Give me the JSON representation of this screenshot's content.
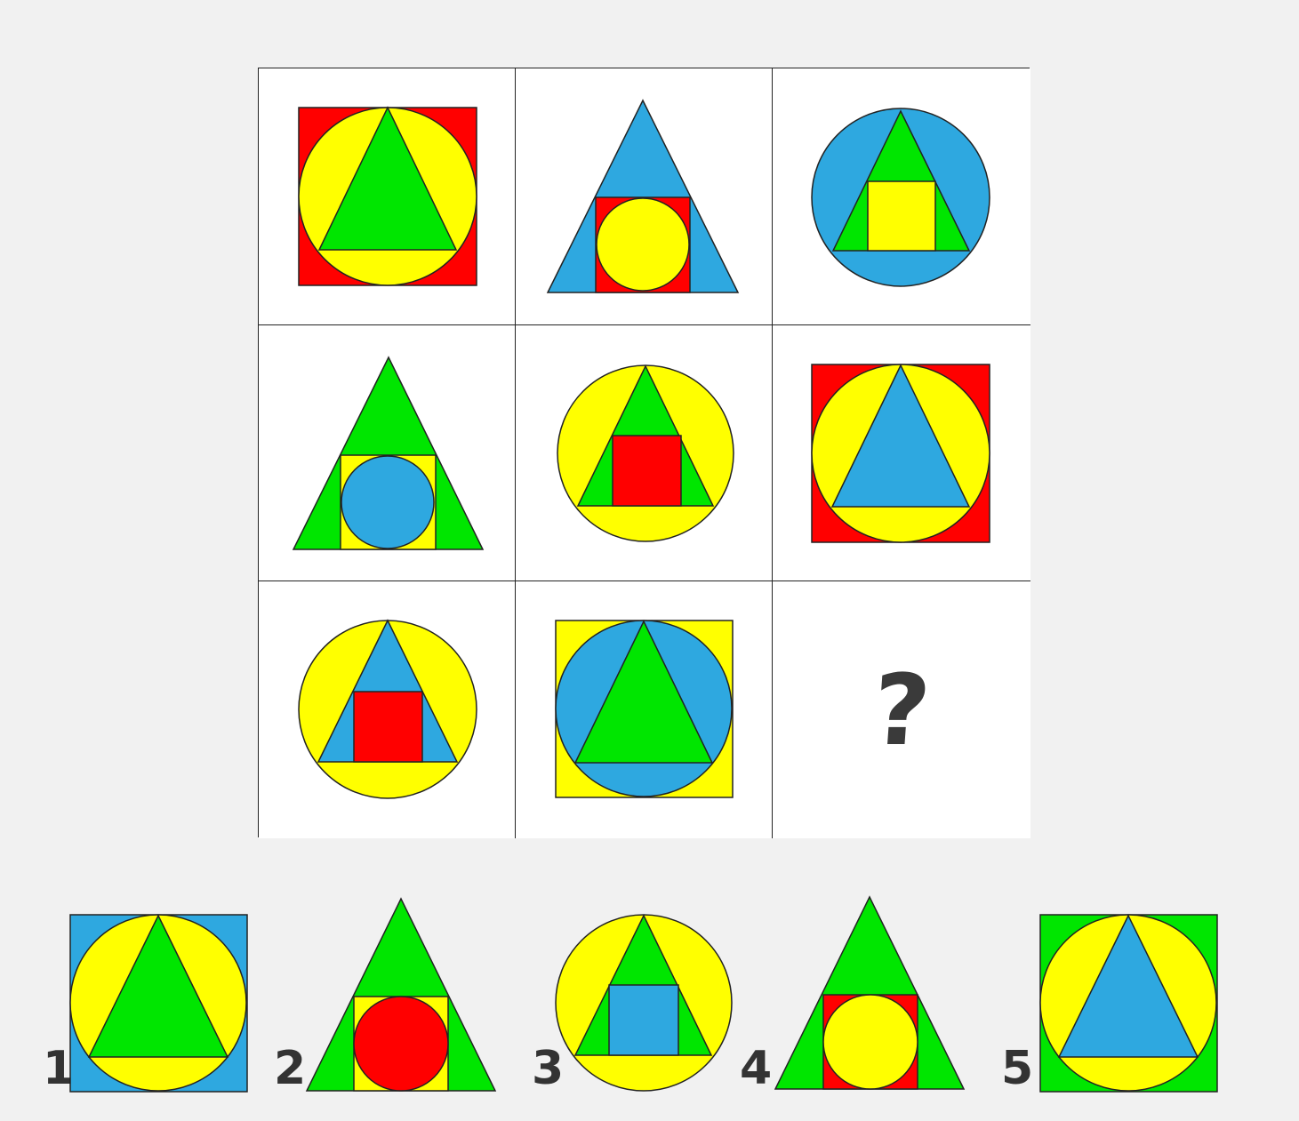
{
  "puzzle": {
    "question_mark": "?",
    "cells": [
      {
        "outer": "square",
        "middle": "circle",
        "inner": "triangle",
        "colors": [
          "#ff0000",
          "#ffff00",
          "#00e600"
        ]
      },
      {
        "outer": "triangle",
        "middle": "square",
        "inner": "circle",
        "colors": [
          "#2ea8e0",
          "#ff0000",
          "#ffff00"
        ]
      },
      {
        "outer": "circle",
        "middle": "triangle",
        "inner": "square",
        "colors": [
          "#2ea8e0",
          "#00e600",
          "#ffff00"
        ]
      },
      {
        "outer": "triangle",
        "middle": "square",
        "inner": "circle",
        "colors": [
          "#00e600",
          "#ffff00",
          "#2ea8e0"
        ]
      },
      {
        "outer": "circle",
        "middle": "triangle",
        "inner": "square",
        "colors": [
          "#ffff00",
          "#00e600",
          "#ff0000"
        ]
      },
      {
        "outer": "square",
        "middle": "circle",
        "inner": "triangle",
        "colors": [
          "#ff0000",
          "#ffff00",
          "#2ea8e0"
        ]
      },
      {
        "outer": "circle",
        "middle": "triangle",
        "inner": "square",
        "colors": [
          "#ffff00",
          "#2ea8e0",
          "#ff0000"
        ]
      },
      {
        "outer": "square",
        "middle": "circle",
        "inner": "triangle",
        "colors": [
          "#ffff00",
          "#2ea8e0",
          "#00e600"
        ]
      },
      {
        "missing": true
      }
    ]
  },
  "options": [
    {
      "number": "1",
      "outer": "square",
      "middle": "circle",
      "inner": "triangle",
      "colors": [
        "#2ea8e0",
        "#ffff00",
        "#00e600"
      ]
    },
    {
      "number": "2",
      "outer": "triangle",
      "middle": "square",
      "inner": "circle",
      "colors": [
        "#00e600",
        "#ffff00",
        "#ff0000"
      ]
    },
    {
      "number": "3",
      "outer": "circle",
      "middle": "triangle",
      "inner": "square",
      "colors": [
        "#ffff00",
        "#00e600",
        "#2ea8e0"
      ]
    },
    {
      "number": "4",
      "outer": "triangle",
      "middle": "square",
      "inner": "circle",
      "colors": [
        "#00e600",
        "#ff0000",
        "#ffff00"
      ]
    },
    {
      "number": "5",
      "outer": "square",
      "middle": "circle",
      "inner": "triangle",
      "colors": [
        "#00e600",
        "#ffff00",
        "#2ea8e0"
      ]
    }
  ]
}
